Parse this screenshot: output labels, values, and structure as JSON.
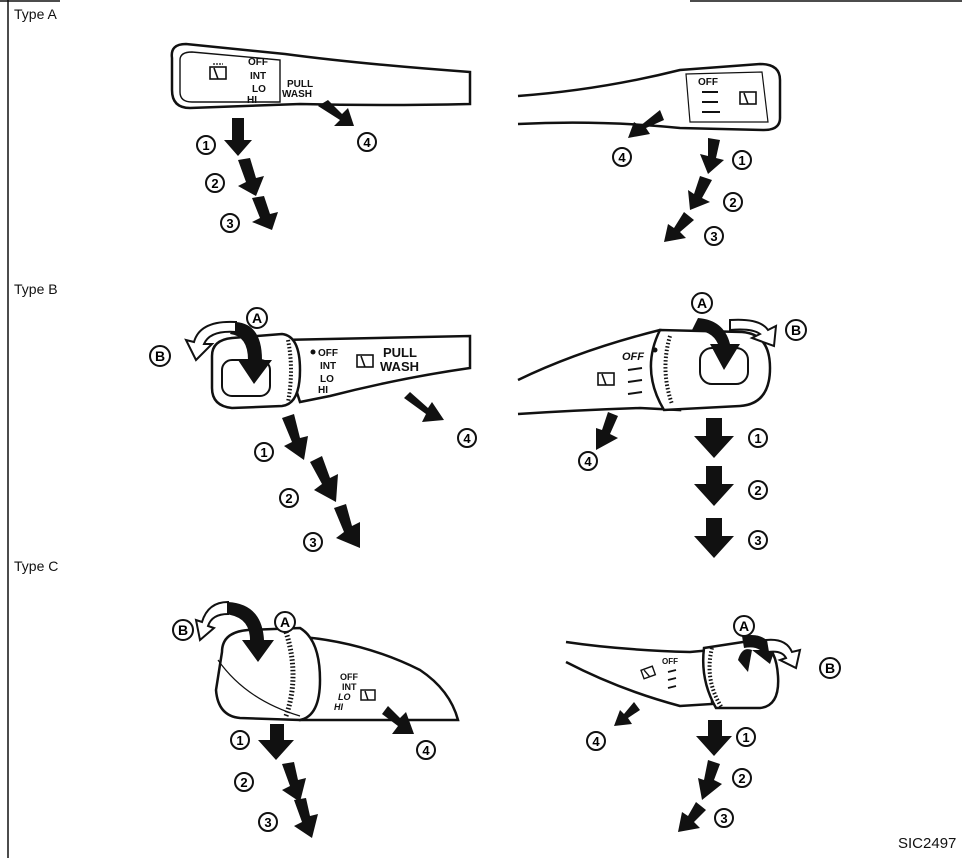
{
  "type_labels": [
    "Type A",
    "Type B",
    "Type C"
  ],
  "figure_code": "SIC2497",
  "step_numbers": [
    "1",
    "2",
    "3",
    "4"
  ],
  "ring_letters": [
    "A",
    "B"
  ],
  "switch_text": {
    "off": "OFF",
    "int": "INT",
    "lo": "LO",
    "hi": "HI",
    "pull": "PULL",
    "wash": "WASH"
  }
}
